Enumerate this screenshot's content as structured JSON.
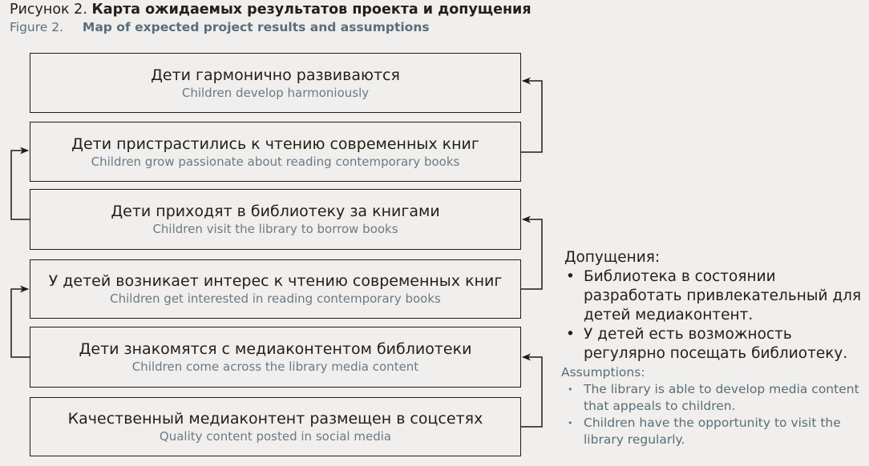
{
  "caption": {
    "ru_prefix": "Рисунок 2.",
    "ru_title": "Карта ожидаемых результатов проекта и допущения",
    "en_prefix": "Figure 2.",
    "en_title": "Map of expected project results and assumptions"
  },
  "colors": {
    "background": "#f0efed",
    "box_border": "#231a10",
    "box_fill": "#f0efed",
    "text_primary": "#231f16",
    "text_secondary": "#6b7a85",
    "caption_en": "#5a6d79",
    "connector": "#231a10"
  },
  "flow": {
    "nodes": [
      {
        "id": "children-develop-harmoniously",
        "ru": "Дети гармонично развиваются",
        "en": "Children develop harmoniously"
      },
      {
        "id": "children-passionate-reading",
        "ru": "Дети пристрастились к чтению современных книг",
        "en": "Children grow passionate about reading contemporary books"
      },
      {
        "id": "children-visit-library",
        "ru": "Дети приходят в библиотеку за книгами",
        "en": "Children visit the library to borrow books"
      },
      {
        "id": "children-interested-reading",
        "ru": "У детей возникает интерес к чтению современных книг",
        "en": "Children get interested in reading contemporary books"
      },
      {
        "id": "children-media-content",
        "ru": "Дети знакомятся с медиаконтентом библиотеки",
        "en": "Children come across the library media content"
      },
      {
        "id": "quality-content-social-media",
        "ru": "Качественный медиаконтент размещен в соцсетях",
        "en": "Quality content posted in social media"
      }
    ],
    "connectors": [
      {
        "from": "children-passionate-reading",
        "to": "children-develop-harmoniously",
        "side": "right"
      },
      {
        "from": "children-visit-library",
        "to": "children-passionate-reading",
        "side": "left"
      },
      {
        "from": "children-interested-reading",
        "to": "children-visit-library",
        "side": "right"
      },
      {
        "from": "children-media-content",
        "to": "children-interested-reading",
        "side": "left"
      },
      {
        "from": "quality-content-social-media",
        "to": "children-media-content",
        "side": "right"
      }
    ]
  },
  "assumptions": {
    "title_ru": "Допущения:",
    "bullet_ru": "•",
    "items_ru": [
      "Библиотека в состоянии разработать привлекательный для детей медиаконтент.",
      "У детей есть возможность регулярно посещать библиотеку."
    ],
    "title_en": "Assumptions:",
    "bullet_en": "•",
    "items_en": [
      "The library is able to develop media content that appeals to children.",
      "Children have the opportunity to visit the library regularly."
    ]
  }
}
